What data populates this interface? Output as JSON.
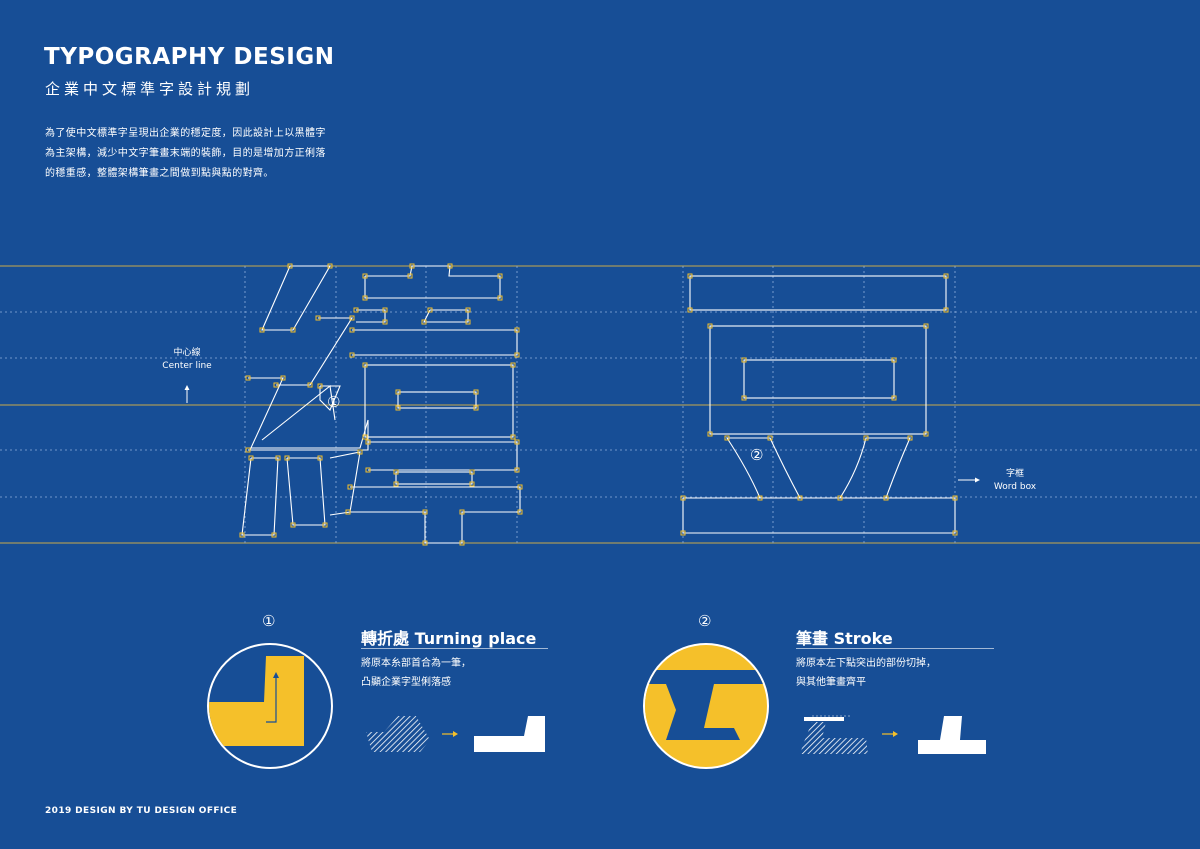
{
  "header": {
    "title": "TYPOGRAPHY DESIGN",
    "subtitle": "企業中文標準字設計規劃",
    "description": [
      "為了使中文標準字呈現出企業的穩定度，因此設計上以黑體字",
      "為主架構，減少中文字筆畫末端的裝飾，目的是增加方正俐落",
      "的穩重感，整體架構筆畫之間做到點與點的對齊。"
    ]
  },
  "guides": {
    "center_line_zh": "中心線",
    "center_line_en": "Center line",
    "word_box_zh": "字框",
    "word_box_en": "Word box",
    "marker_1": "①",
    "marker_2": "②"
  },
  "panels": [
    {
      "number": "①",
      "title": "轉折處 Turning place",
      "lines": [
        "將原本糸部首合為一筆，",
        "凸顯企業字型俐落感"
      ]
    },
    {
      "number": "②",
      "title": "筆畫 Stroke",
      "lines": [
        "將原本左下點突出的部份切掉，",
        "與其他筆畫齊平"
      ]
    }
  ],
  "footer": "2019 DESIGN BY TU DESIGN OFFICE",
  "colors": {
    "background": "#174e96",
    "accent_yellow": "#f5c02a",
    "guide_line": "#c9a94a",
    "white": "#ffffff"
  }
}
